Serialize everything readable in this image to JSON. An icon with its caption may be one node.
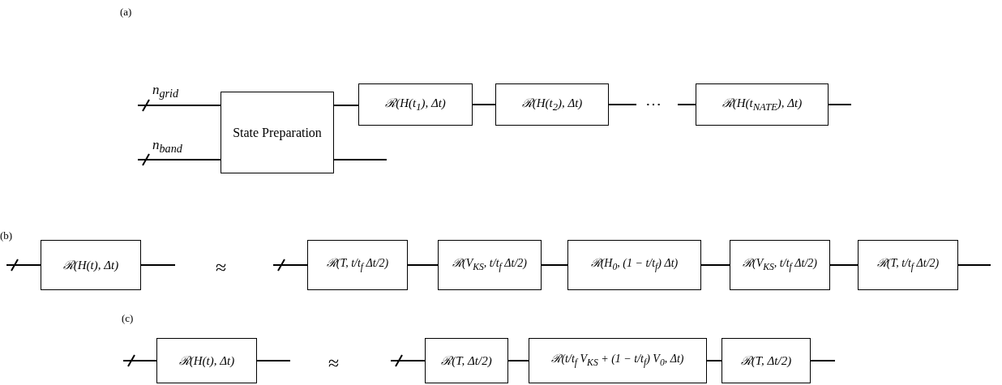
{
  "diagram": {
    "nodes": [
      {
        "text": [
          "State Preparation"
        ]
      },
      {
        "text": [
          "ℛ(H(t$_{1}$), Δt)"
        ]
      },
      {
        "text": [
          "ℛ(H(t$_{2}$), Δt)"
        ]
      },
      {
        "text": [
          "ℛ(H(t$_{NATE}$), Δt)"
        ]
      },
      {
        "text": [
          "ℛ(H(t), Δt)"
        ]
      },
      {
        "text": [
          "ℛ(T, t/t$_{f}$ Δt/2)"
        ]
      },
      {
        "text": [
          "ℛ(V$_{KS}$, t/t$_{f}$ Δt/2)"
        ]
      },
      {
        "text": [
          "ℛ(H$_{0}$, (1 − t/t$_{f}$) Δt)"
        ]
      },
      {
        "text": [
          "ℛ(V$_{KS}$, t/t$_{f}$ Δt/2)"
        ]
      },
      {
        "text": [
          "ℛ(T, t/t$_{f}$ Δt/2)"
        ]
      },
      {
        "text": [
          "ℛ(H(t), Δt)"
        ]
      },
      {
        "text": [
          "ℛ(T, Δt/2)"
        ]
      },
      {
        "text": [
          "ℛ(t/t$_{f}$ V$_{KS}$ + (1 − t/t$_{f}$) V$_{0}$, Δt)"
        ]
      },
      {
        "text": [
          "ℛ(T, Δt/2)"
        ]
      }
    ],
    "edges": [
      {
        "from": null,
        "to": 0,
        "arrow": "none",
        "label": "n$_{grid}$"
      },
      {
        "from": null,
        "to": 0,
        "arrow": "none",
        "label": "n$_{band}$"
      },
      {
        "from": 0,
        "to": 1,
        "arrow": "none"
      },
      {
        "from": 0,
        "to": null,
        "arrow": "none"
      },
      {
        "from": 1,
        "to": 2,
        "arrow": "none"
      },
      {
        "from": 2,
        "to": null,
        "arrow": "none"
      },
      {
        "from": null,
        "to": 3,
        "arrow": "none"
      },
      {
        "from": 3,
        "to": null,
        "arrow": "none"
      },
      {
        "from": null,
        "to": 4,
        "arrow": "none"
      },
      {
        "from": 4,
        "to": null,
        "arrow": "none"
      },
      {
        "from": null,
        "to": 5,
        "arrow": "none"
      },
      {
        "from": 5,
        "to": 6,
        "arrow": "none"
      },
      {
        "from": 6,
        "to": 7,
        "arrow": "none"
      },
      {
        "from": 7,
        "to": 8,
        "arrow": "none"
      },
      {
        "from": 8,
        "to": 9,
        "arrow": "none"
      },
      {
        "from": 9,
        "to": null,
        "arrow": "none"
      },
      {
        "from": null,
        "to": 10,
        "arrow": "none"
      },
      {
        "from": 10,
        "to": null,
        "arrow": "none"
      },
      {
        "from": null,
        "to": 11,
        "arrow": "none"
      },
      {
        "from": 11,
        "to": 12,
        "arrow": "none"
      },
      {
        "from": 12,
        "to": 13,
        "arrow": "none"
      },
      {
        "from": 13,
        "to": null,
        "arrow": "none"
      }
    ],
    "labels": [
      "(a)",
      "⋯",
      "(b)",
      "≈",
      "(c)",
      "≈"
    ]
  }
}
